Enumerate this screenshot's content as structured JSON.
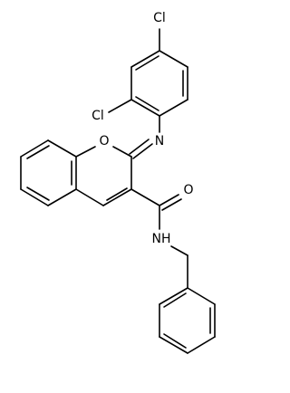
{
  "structure": {
    "atoms": {
      "cl_top": "Cl",
      "cl_left": "Cl",
      "ring_oxygen": "O",
      "imine_nitrogen": "N",
      "carbonyl_oxygen": "O",
      "amide_nh": "NH"
    }
  }
}
